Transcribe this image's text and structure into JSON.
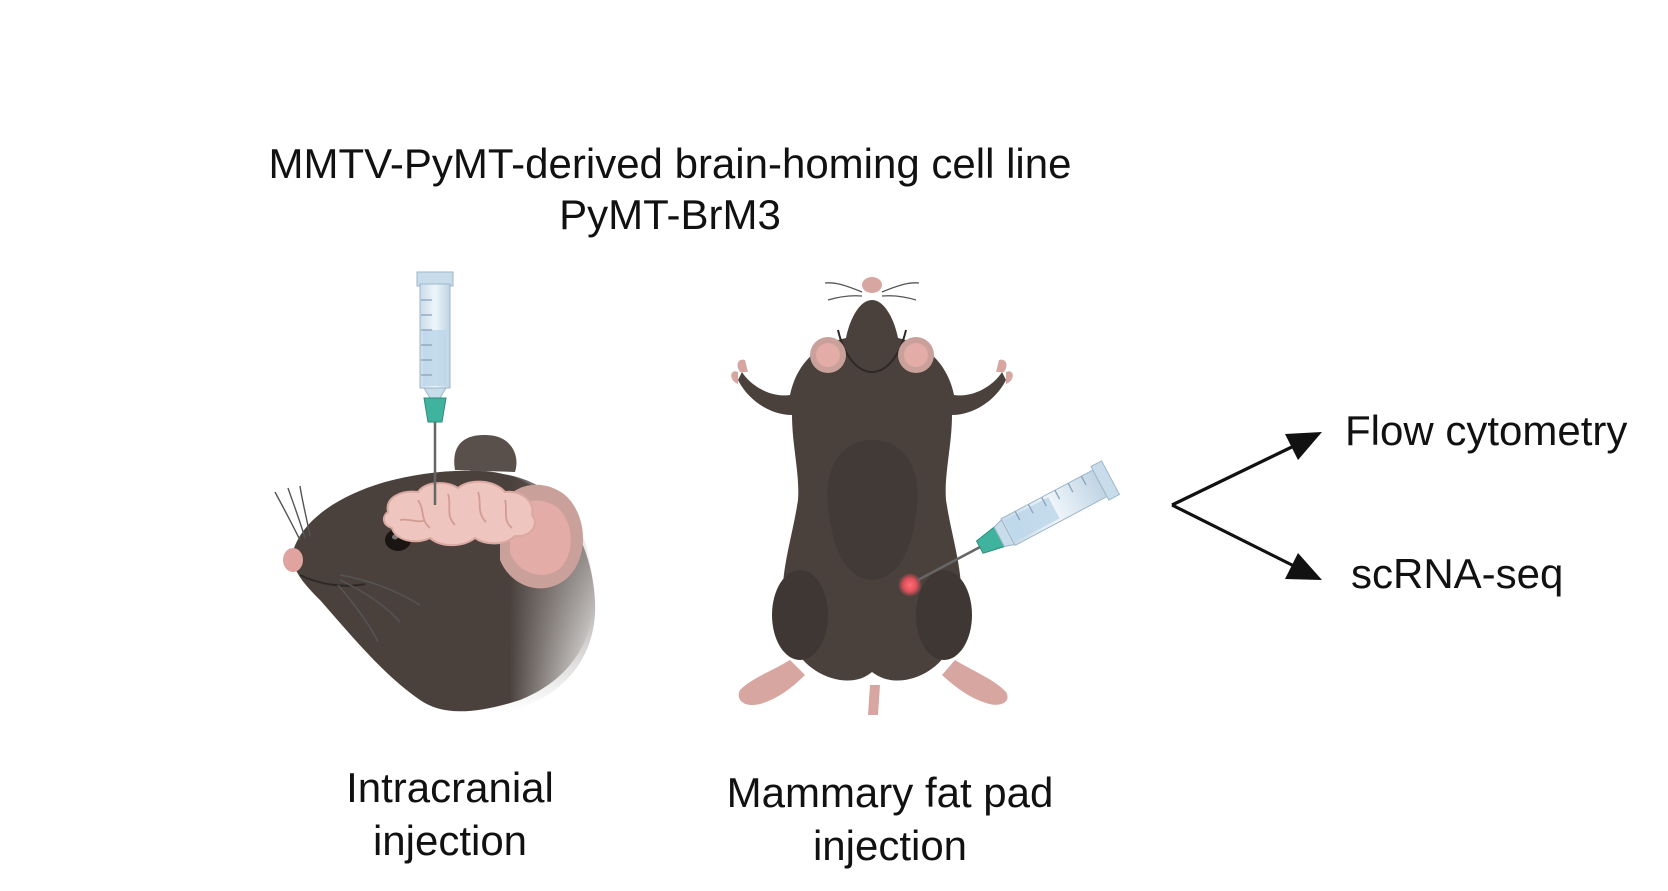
{
  "title": {
    "line1": "MMTV-PyMT-derived brain-homing cell line",
    "line2": "PyMT-BrM3"
  },
  "captions": {
    "intracranial": {
      "line1": "Intracranial",
      "line2": "injection"
    },
    "mammary": {
      "line1": "Mammary fat pad",
      "line2": "injection"
    }
  },
  "outputs": {
    "flow": "Flow cytometry",
    "scrna": "scRNA-seq"
  },
  "colors": {
    "mouse_fur": "#4a413d",
    "mouse_fur_dark": "#2f2926",
    "ear_pink": "#e4aca6",
    "brain_pink": "#efc6bf",
    "syringe_body": "#dbe9f3",
    "syringe_liquid": "#bcd6ea",
    "needle_hub": "#3fb39e",
    "injection_site": "#e0505a",
    "arrow": "#111111"
  },
  "icons": [
    "syringe-icon",
    "mouse-head-icon",
    "brain-icon",
    "mouse-body-icon",
    "injection-site-icon",
    "arrow-icon"
  ]
}
